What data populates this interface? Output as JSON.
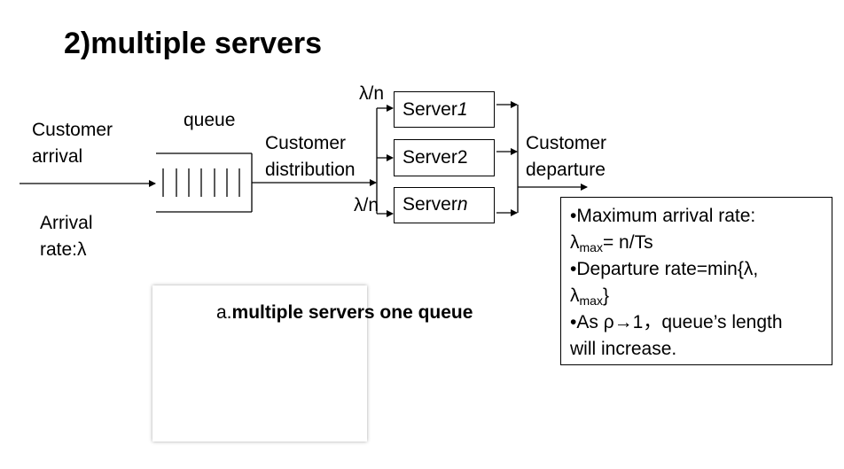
{
  "title": "2)multiple servers",
  "labels": {
    "customer_arrival": [
      "Customer",
      "arrival"
    ],
    "queue": "queue",
    "arrival_rate": [
      "Arrival",
      "rate:λ"
    ],
    "customer_distribution": [
      "Customer",
      "distribution"
    ],
    "customer_departure": [
      "Customer",
      "departure"
    ],
    "lambda_n_top": "λ/n",
    "lambda_n_bottom": "λ/n"
  },
  "servers": [
    {
      "prefix": "Server",
      "suffix": "1"
    },
    {
      "prefix": "Server",
      "suffix": "2"
    },
    {
      "prefix": "Server",
      "suffix": "n"
    }
  ],
  "caption": {
    "prefix": "a.",
    "bold": "multiple servers one queue"
  },
  "info": {
    "line1": "•Maximum arrival rate:",
    "lambda": "λ",
    "max_sub": "max",
    "line2_rest": "= n/Ts",
    "line3": "•Departure rate=min{λ,",
    "line4_close": "}",
    "line5": "•As ρ→1，queue’s length",
    "line6": "will increase."
  }
}
